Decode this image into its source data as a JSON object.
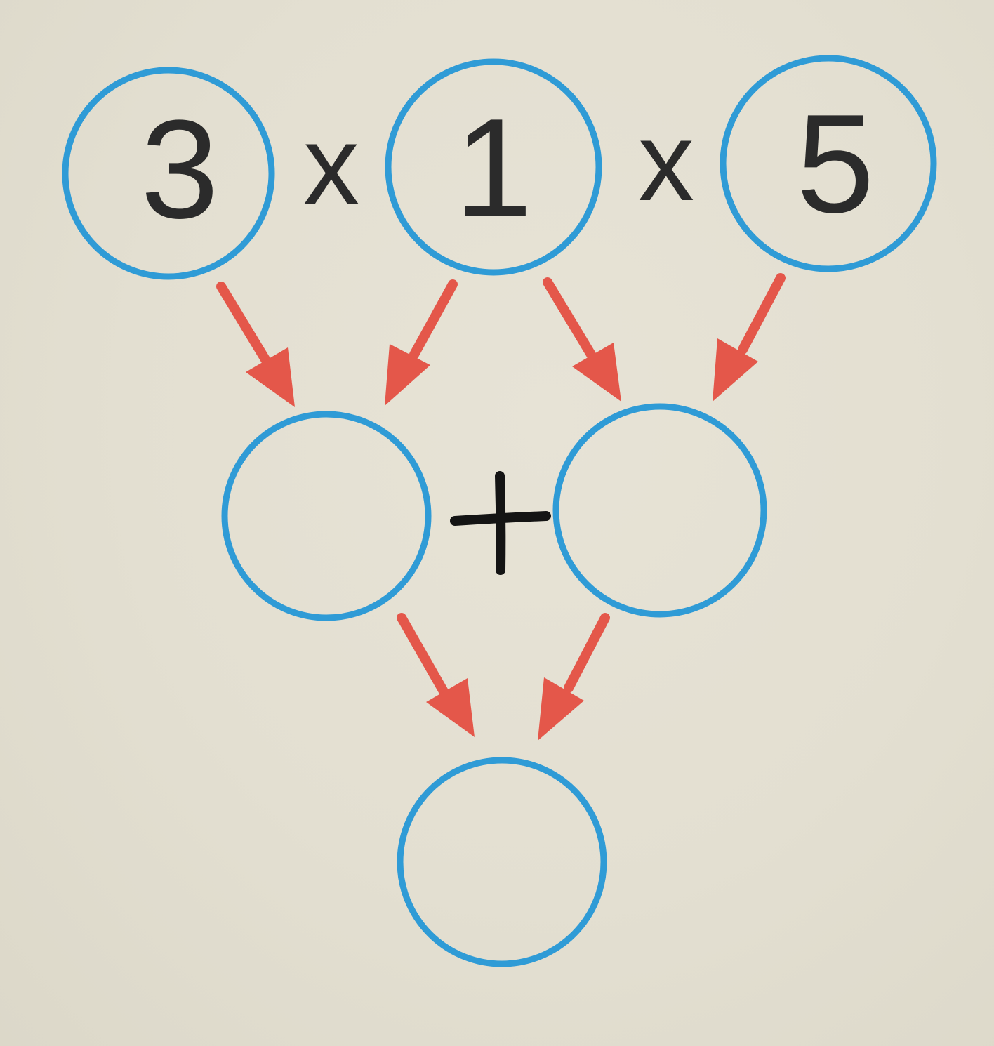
{
  "diagram": {
    "top_numbers": [
      "3",
      "1",
      "5"
    ],
    "operators": {
      "first": "x",
      "second": "x",
      "middle": "+"
    },
    "colors": {
      "circle": "#2f9bd6",
      "arrow": "#e4574a",
      "text": "#2b2b2b",
      "plus": "#141414"
    }
  }
}
